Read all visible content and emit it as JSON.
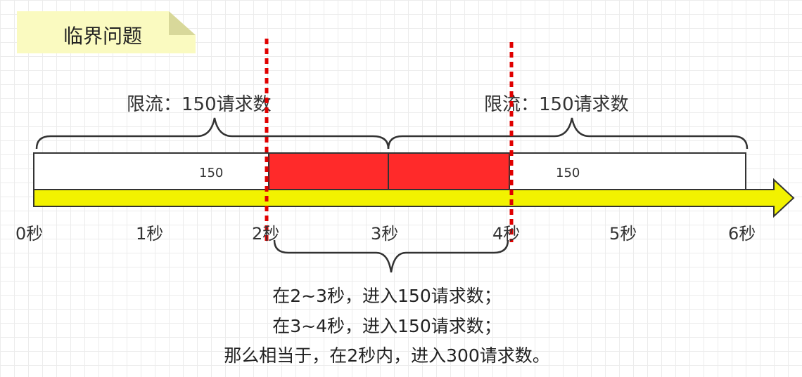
{
  "note": {
    "title": "临界问题"
  },
  "limits": [
    {
      "text": "限流：150请求数"
    },
    {
      "text": "限流：150请求数"
    }
  ],
  "segments": [
    {
      "value": "150",
      "color": "#ffffff"
    },
    {
      "value": "",
      "color": "#ff2a2a"
    },
    {
      "value": "",
      "color": "#ff2a2a"
    },
    {
      "value": "150",
      "color": "#ffffff"
    }
  ],
  "timeline": {
    "ticks": [
      "0秒",
      "1秒",
      "2秒",
      "3秒",
      "4秒",
      "5秒",
      "6秒"
    ],
    "arrow_color": "#f2f200"
  },
  "markers": {
    "color": "#e00000"
  },
  "explanation": [
    "在2~3秒，进入150请求数；",
    "在3~4秒，进入150请求数；",
    "那么相当于，在2秒内，进入300请求数。"
  ]
}
